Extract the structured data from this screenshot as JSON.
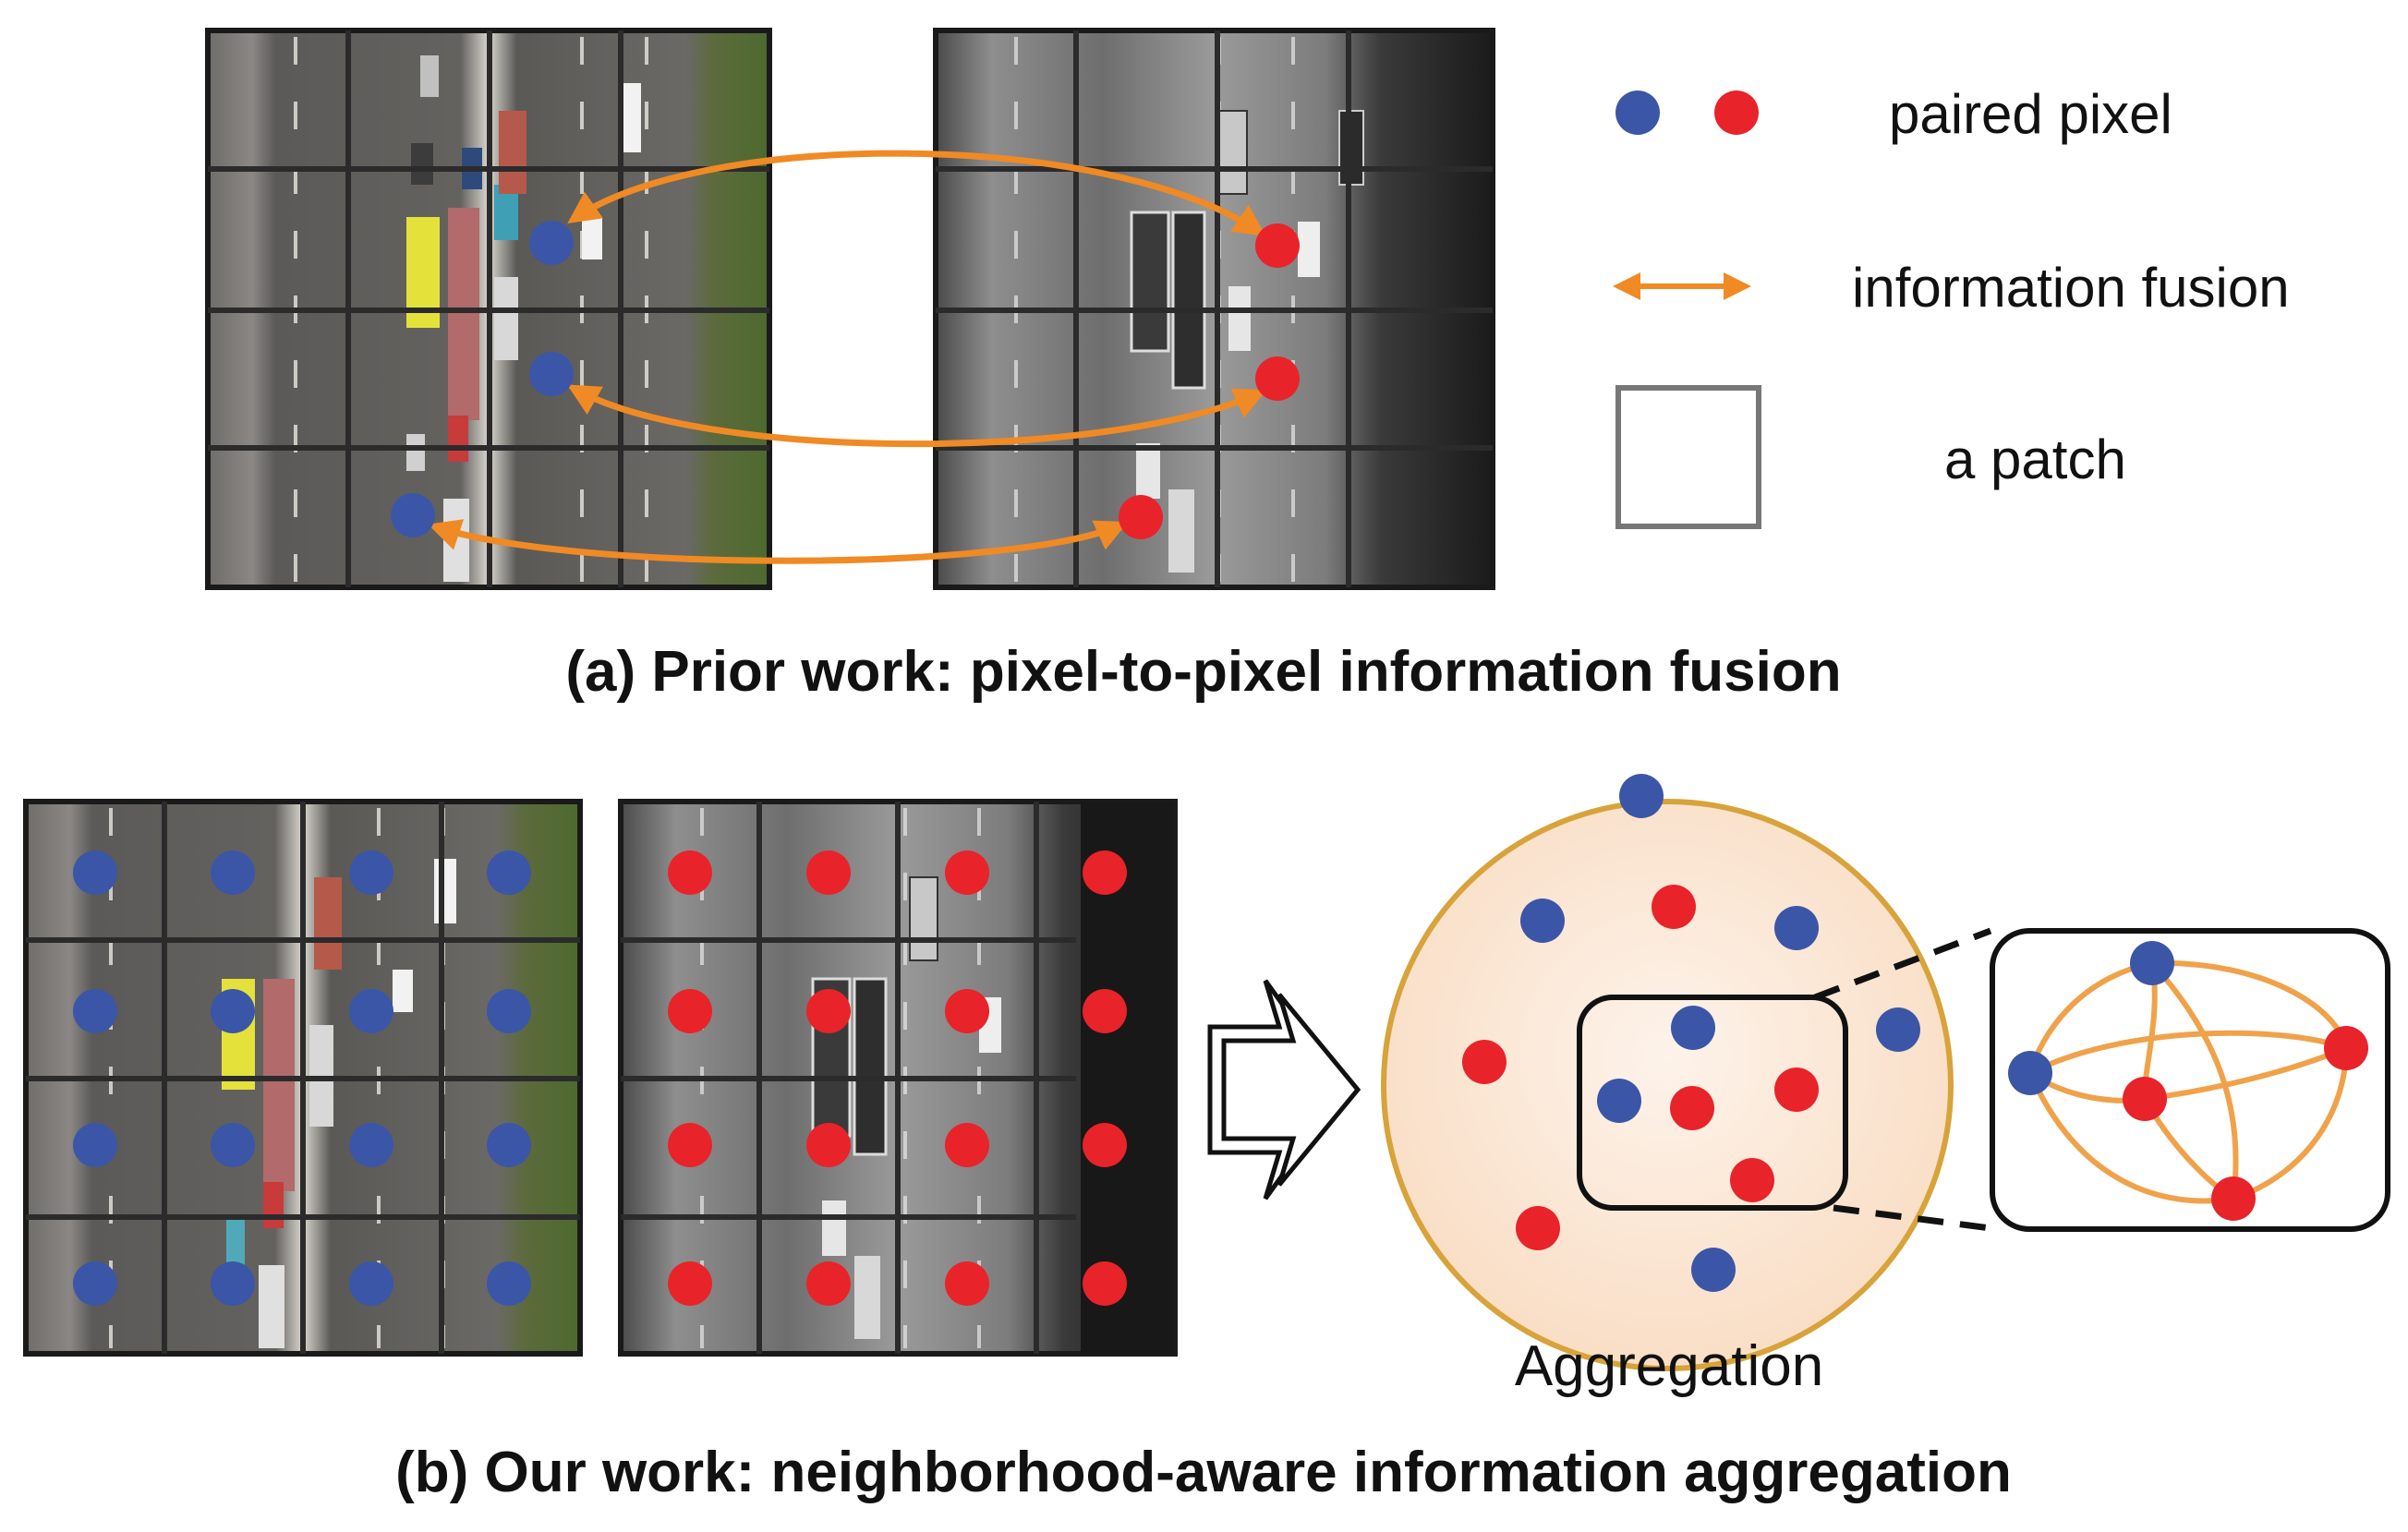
{
  "legend": {
    "paired_pixel": "paired pixel",
    "information_fusion": "information fusion",
    "a_patch": "a patch"
  },
  "captions": {
    "a": "(a) Prior work: pixel-to-pixel information fusion",
    "b": "(b) Our work: neighborhood-aware information aggregation"
  },
  "aggregation_label": "Aggregation",
  "colors": {
    "blue": "#3b56a6",
    "red": "#e8232a",
    "orange": "#f08a24",
    "grid": "#2b2b2b",
    "aggregation_fill": "#fbe3cc",
    "aggregation_stroke": "#d7a33a",
    "patch_legend": "#777777"
  },
  "icons": {
    "rgb_image": "aerial-rgb-road-image",
    "infrared_image": "aerial-infrared-road-image",
    "arrow": "double-outline-arrow-icon"
  }
}
